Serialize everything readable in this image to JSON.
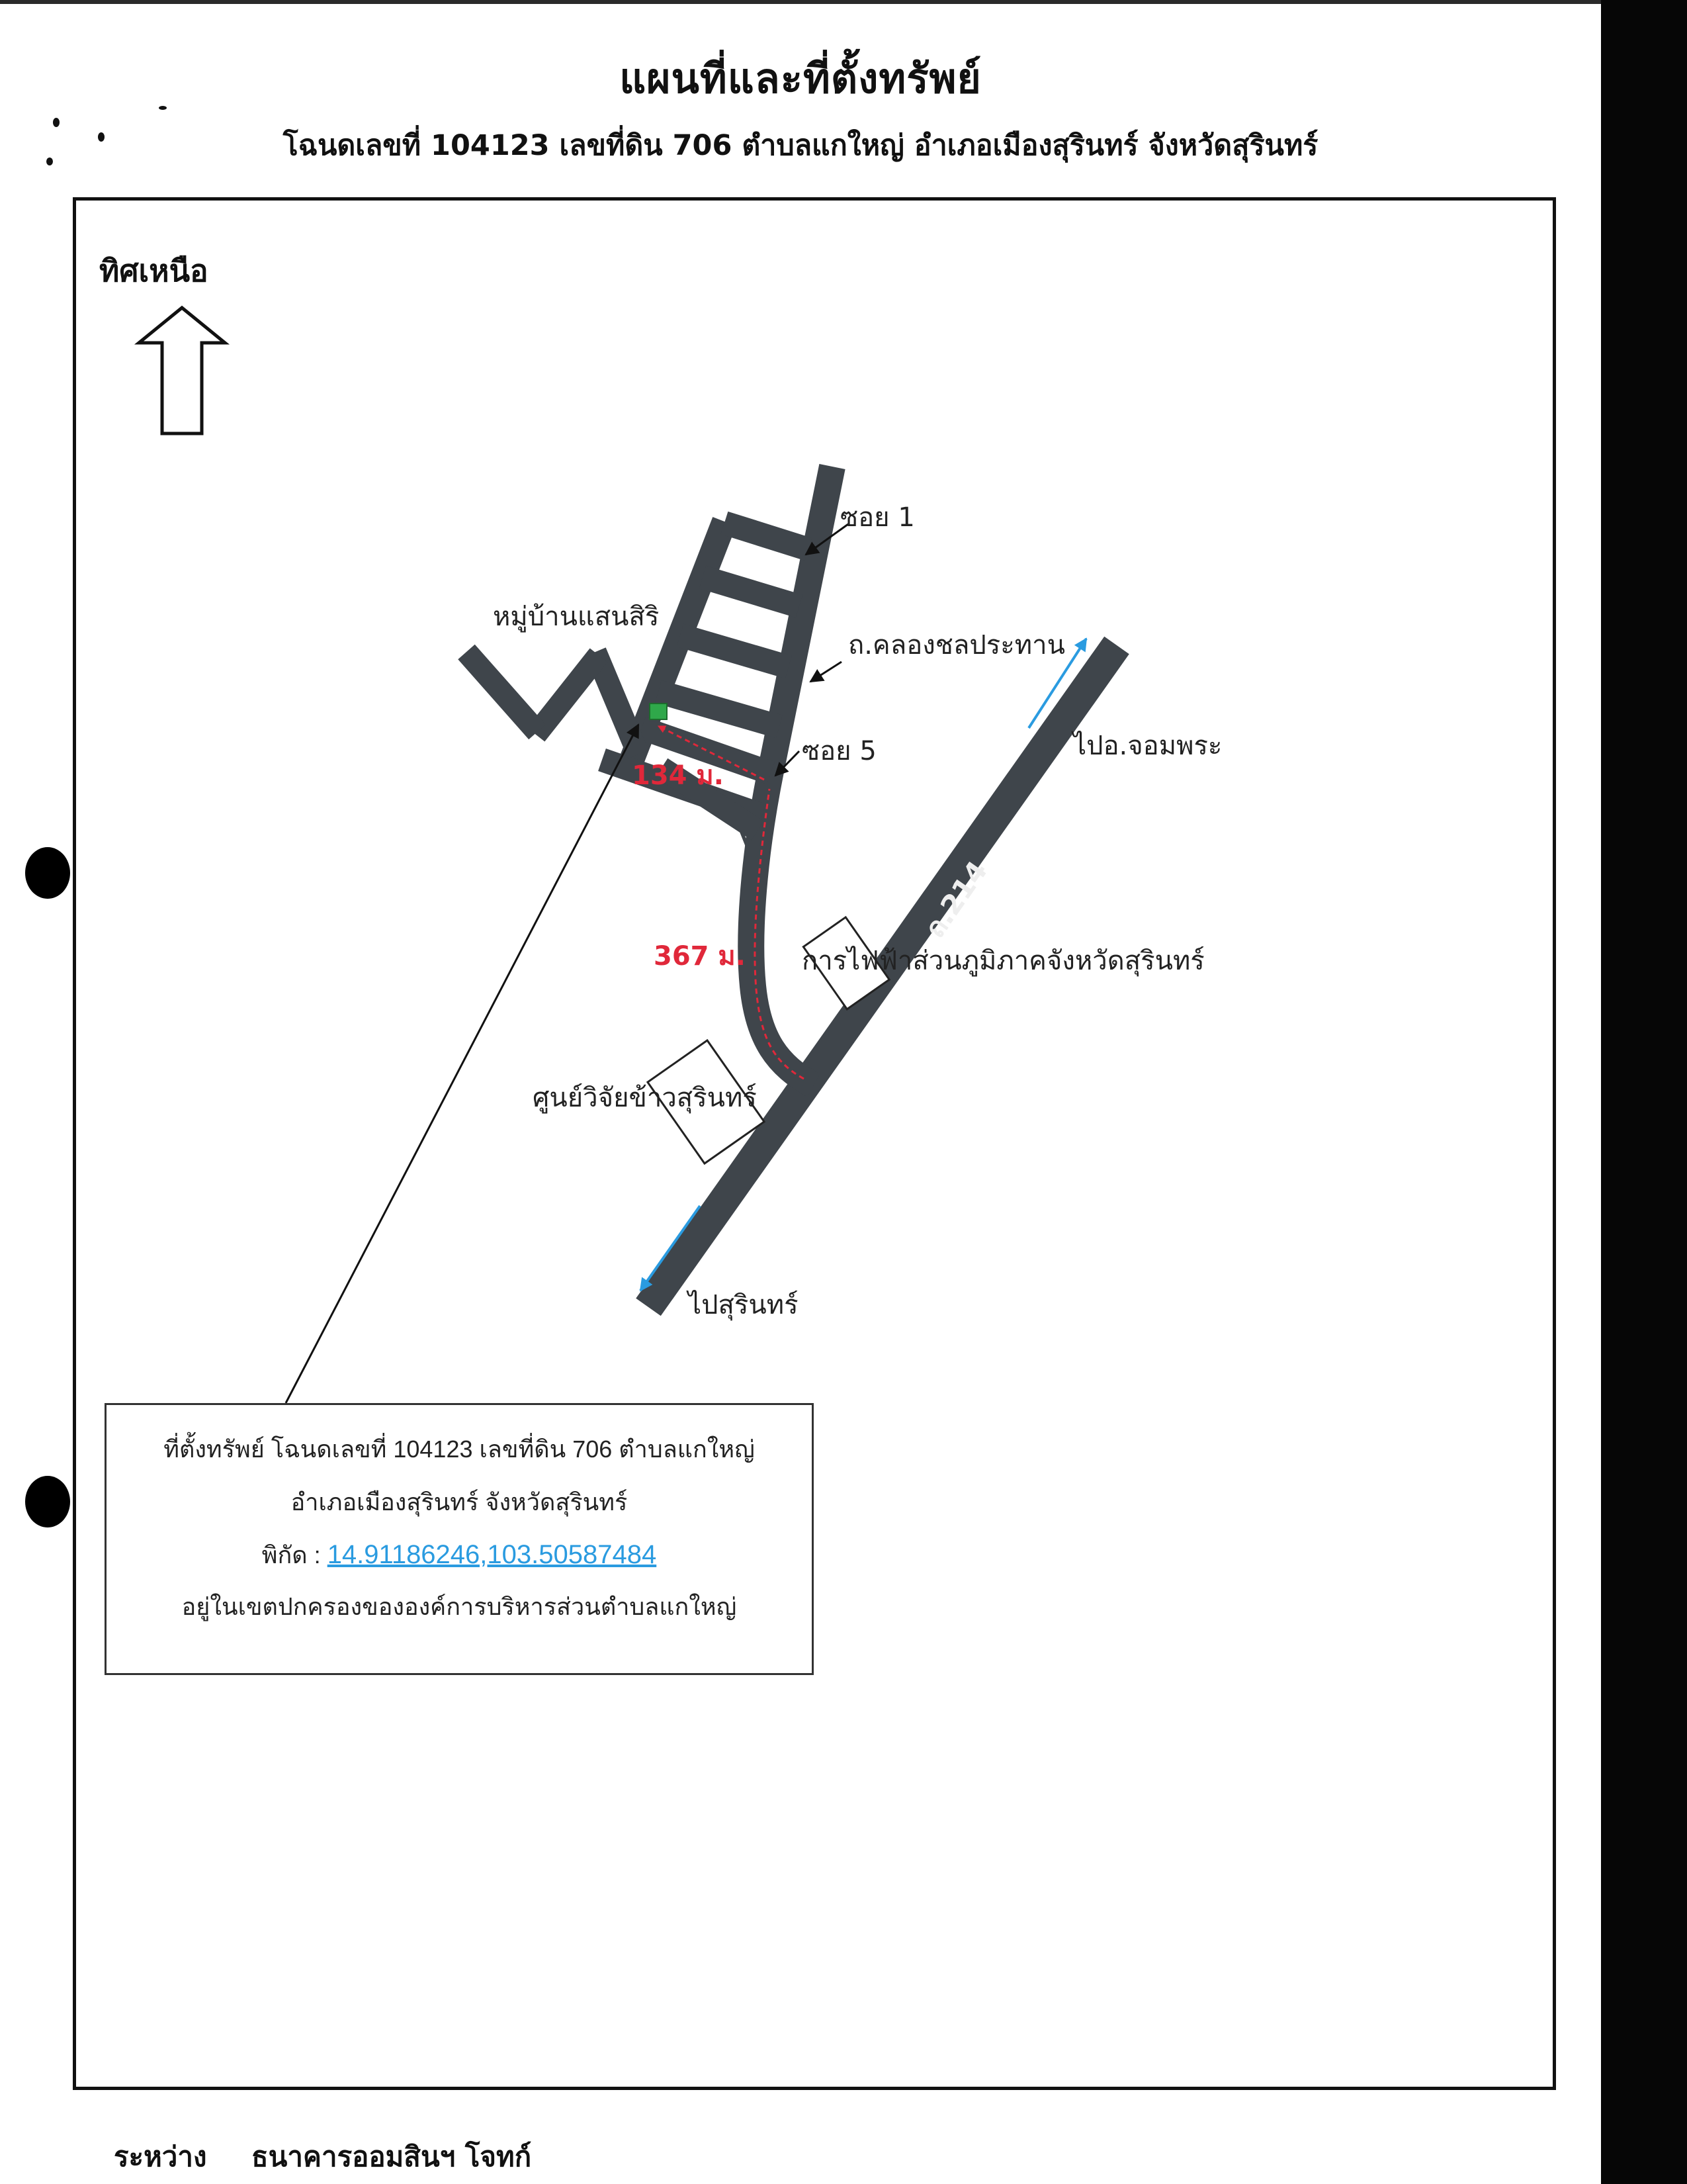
{
  "header": {
    "title": "แผนที่และที่ตั้งทรัพย์",
    "subtitle": "โฉนดเลขที่ 104123 เลขที่ดิน 706 ตำบลแกใหญ่ อำเภอเมืองสุรินทร์ จังหวัดสุรินทร์"
  },
  "map": {
    "north_label": "ทิศเหนือ",
    "labels": {
      "soi_1": "ซอย 1",
      "soi_5": "ซอย 5",
      "village": "หมู่บ้านแสนสิริ",
      "canal_road": "ถ.คลองชลประทาน",
      "to_chom_phra": "ไปอ.จอมพระ",
      "highway": "ถ.214",
      "pea_office": "การไฟฟ้าส่วนภูมิภาคจังหวัดสุรินทร์",
      "rice_center": "ศูนย์วิจัยข้าวสุรินทร์",
      "to_surin": "ไปสุรินทร์"
    },
    "distances": {
      "short": "134 ม.",
      "long": "367 ม."
    },
    "colors": {
      "road": "#3f454b",
      "route": "#e0283a",
      "parcel": "#2fa84a",
      "direction_arrow": "#2a9be0"
    }
  },
  "info_box": {
    "line1": "ที่ตั้งทรัพย์ โฉนดเลขที่ 104123 เลขที่ดิน 706   ตำบลแกใหญ่",
    "line2": "อำเภอเมืองสุรินทร์ จังหวัดสุรินทร์",
    "coord_label": "พิกัด : ",
    "coord_value": "14.91186246,103.50587484",
    "line4": "อยู่ในเขตปกครองขององค์การบริหารส่วนตำบลแกใหญ่"
  },
  "footer": {
    "label": "ระหว่าง",
    "value": "ธนาคารออมสินฯ โจทก์"
  }
}
